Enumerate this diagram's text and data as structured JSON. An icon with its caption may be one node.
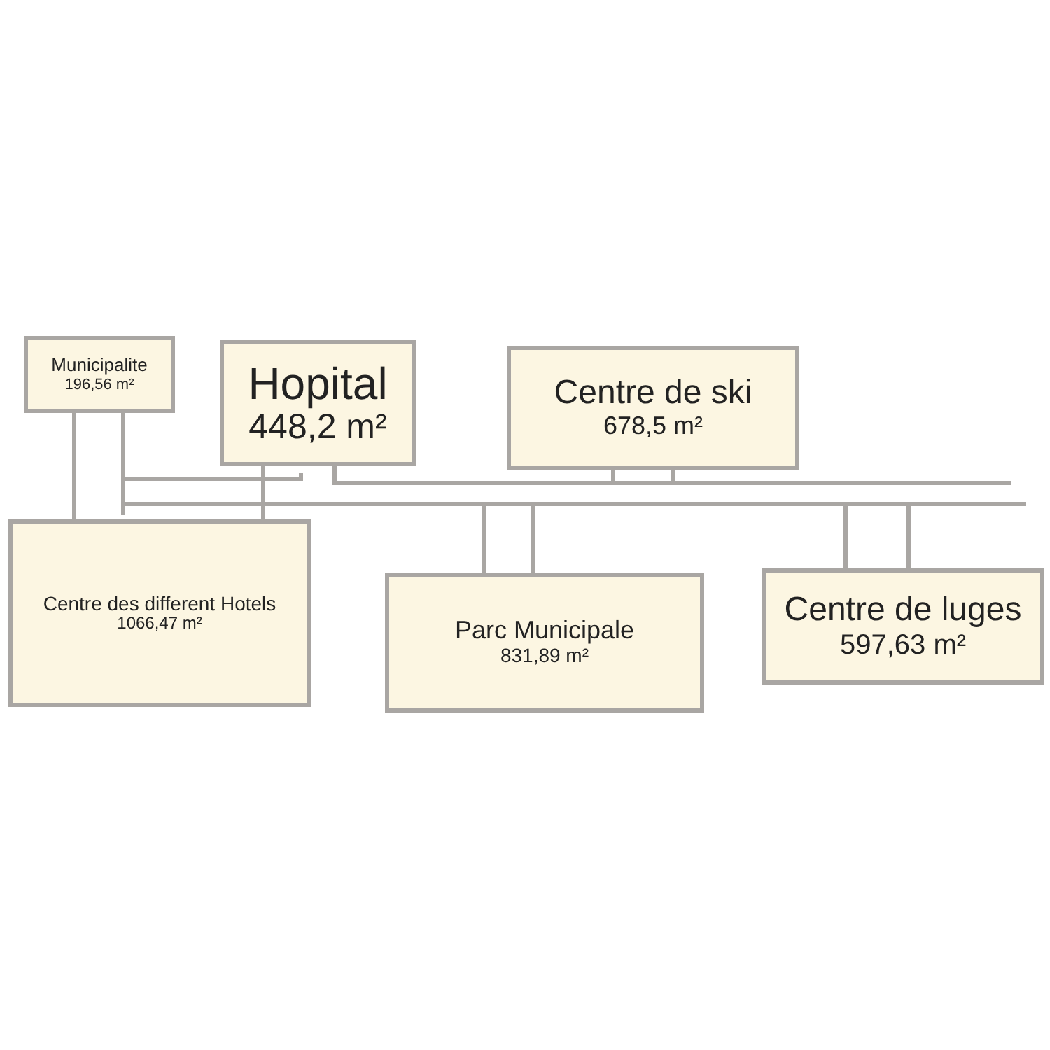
{
  "diagram": {
    "nodes": [
      {
        "text": [
          "Municipalite",
          "196,56 m²"
        ]
      },
      {
        "text": [
          "Hopital",
          "448,2 m²"
        ]
      },
      {
        "text": [
          "Centre de ski",
          "678,5 m²"
        ]
      },
      {
        "text": [
          "Centre des different Hotels",
          "1066,47 m²"
        ]
      },
      {
        "text": [
          "Parc Municipale",
          "831,89 m²"
        ]
      },
      {
        "text": [
          "Centre de luges",
          "597,63 m²"
        ]
      }
    ]
  }
}
